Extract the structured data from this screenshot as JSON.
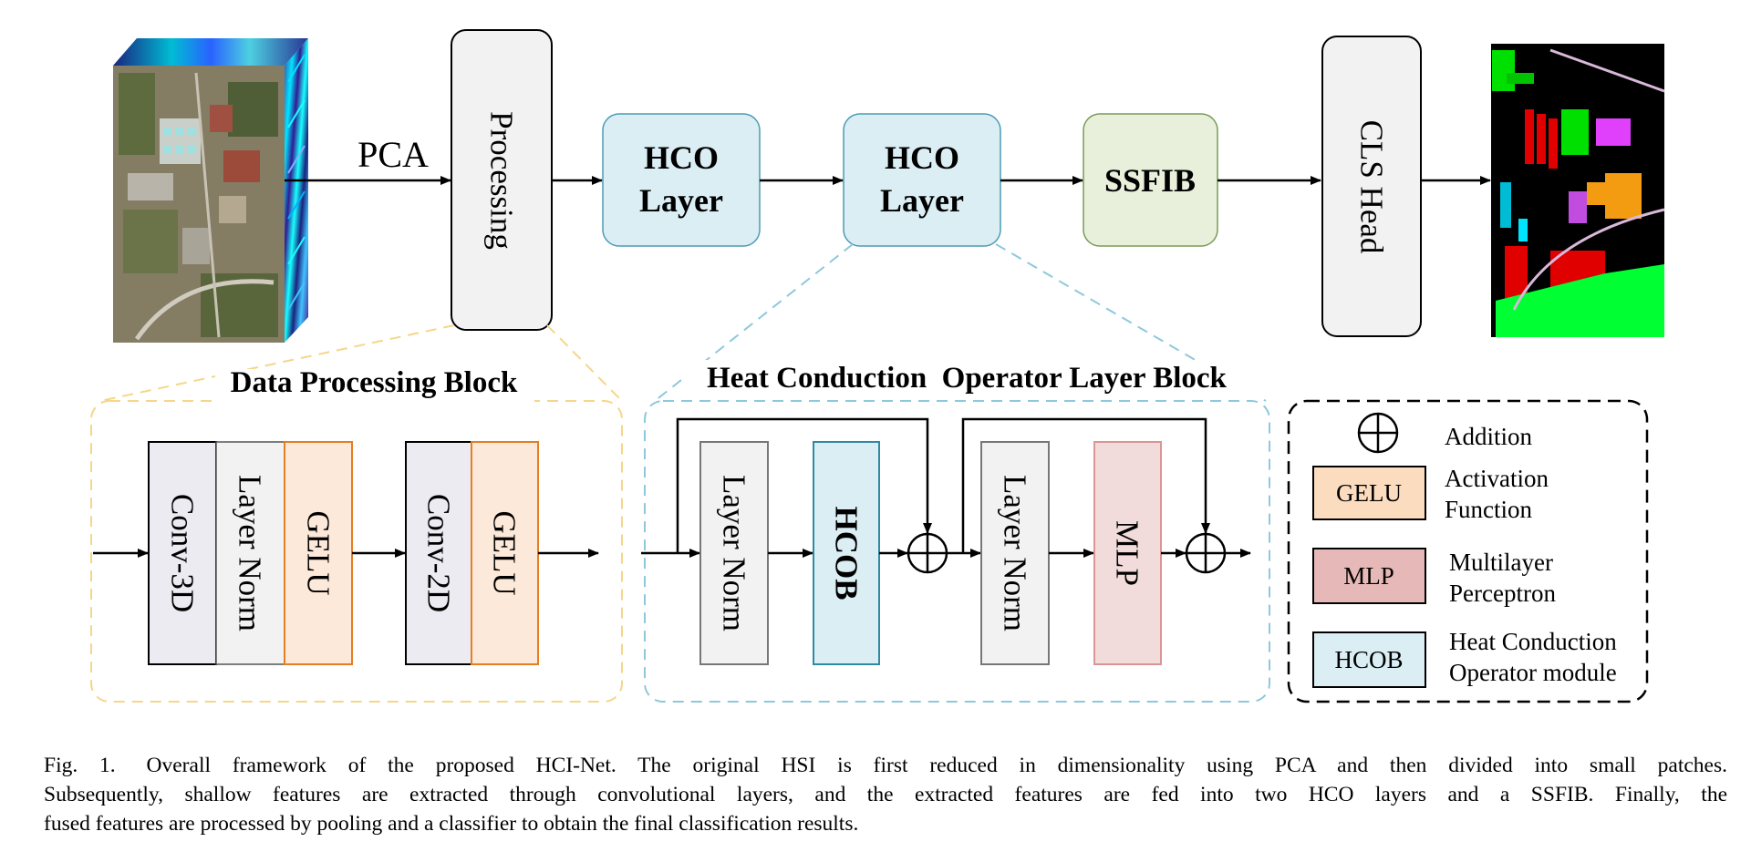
{
  "top_row": {
    "pca_label": "PCA",
    "processing": "Processing",
    "hco_layer_1": [
      "HCO",
      "Layer"
    ],
    "hco_layer_2": [
      "HCO",
      "Layer"
    ],
    "ssfib": "SSFIB",
    "cls_head": "CLS Head"
  },
  "data_processing_block": {
    "title": "Data Processing Block",
    "conv3d": "Conv-3D",
    "layer_norm": "Layer Norm",
    "gelu_1": "GELU",
    "conv2d": "Conv-2D",
    "gelu_2": "GELU"
  },
  "hco_layer_block": {
    "title": "Heat Conduction  Operator Layer Block",
    "layer_norm_1": "Layer Norm",
    "hcob": "HCOB",
    "layer_norm_2": "Layer Norm",
    "mlp": "MLP"
  },
  "legend": {
    "addition": "Addition",
    "gelu_box": "GELU",
    "gelu_desc": [
      "Activation",
      "Function"
    ],
    "mlp_box": "MLP",
    "mlp_desc": [
      "Multilayer",
      "Perceptron"
    ],
    "hcob_box": "HCOB",
    "hcob_desc": [
      "Heat Conduction",
      "Operator module"
    ]
  },
  "caption": {
    "fig_label": "Fig. 1.",
    "lines": [
      "Overall framework of the proposed HCI-Net. The original HSI is first reduced in dimensionality using PCA and then divided into small patches.",
      "Subsequently, shallow features are extracted through convolutional layers, and the extracted features are fed into two HCO layers and a SSFIB. Finally, the",
      "fused features are processed by pooling and a classifier to obtain the final classification results."
    ]
  },
  "colors": {
    "hco_fill": "#dbeef4",
    "hco_stroke": "#4a9cb4",
    "ssfib_fill": "#e8f0dc",
    "ssfib_stroke": "#7a9a55",
    "gray_fill": "#f2f2f2",
    "conv_fill": "#ecebf2",
    "gelu_fill": "#fde9d9",
    "gelu_stroke": "#e67e22",
    "mlp_fill": "#f2dcdb",
    "mlp_stroke": "#d99694",
    "dp_border": "#f5d68a",
    "hco_border": "#8ec8dc"
  }
}
